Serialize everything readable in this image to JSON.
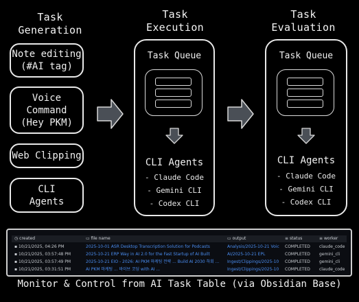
{
  "columns": {
    "generation": {
      "title_line1": "Task",
      "title_line2": "Generation"
    },
    "execution": {
      "title_line1": "Task",
      "title_line2": "Execution"
    },
    "evaluation": {
      "title_line1": "Task",
      "title_line2": "Evaluation"
    }
  },
  "generation_sources": [
    {
      "line1": "Note editing",
      "line2": "(#AI tag)"
    },
    {
      "line1": "Voice",
      "line2": "Command",
      "line3": "(Hey PKM)"
    },
    {
      "line1": "Web Clipping"
    },
    {
      "line1": "CLI",
      "line2": "Agents"
    }
  ],
  "execution_panel": {
    "queue_label": "Task Queue",
    "agents_title": "CLI Agents",
    "agents": [
      "- Claude Code",
      "- Gemini CLI",
      "- Codex CLI"
    ]
  },
  "evaluation_panel": {
    "queue_label": "Task Queue",
    "agents_title": "CLI Agents",
    "agents": [
      "- Claude Code",
      "- Gemini CLI",
      "- Codex CLI"
    ]
  },
  "task_table": {
    "headers": [
      "created",
      "file name",
      "output",
      "status",
      "worker"
    ],
    "rows": [
      [
        "10/21/2025, 04:26 PM",
        "2025-10-01 ASR Desktop Transcription Solution for Podcasts",
        "Analysis/2025-10-21 Voic",
        "COMPLETED",
        "claude_code"
      ],
      [
        "10/21/2025, 03:57:48 PM",
        "2025-10-21 ERP Way in AI 2.0 for the Fast Startup of AI Built",
        "AI/2025-10-21 EPL",
        "COMPLETED",
        "gemini_cli"
      ],
      [
        "10/21/2025, 03:57:49 PM",
        "2025-10-21 EIO - 2026: AI PKM 마케팅 전략 ... Build AI 2030 하회 ...",
        "Ingest/Clippings/2025-10",
        "COMPLETED",
        "gemini_cli"
      ],
      [
        "10/21/2025, 03:31:51 PM",
        "AI PKM 마케팅 ... 바이브 코딩 with AI ...",
        "Ingest/Clippings/2025-10",
        "COMPLETED",
        "claude_code"
      ]
    ]
  },
  "footer": "Monitor & Control from AI Task Table (via Obsidian Base)",
  "colors": {
    "background": "#000000",
    "stroke": "#e9e9e9",
    "link": "#4a8df0",
    "arrow_fill": "#4a4f56"
  }
}
